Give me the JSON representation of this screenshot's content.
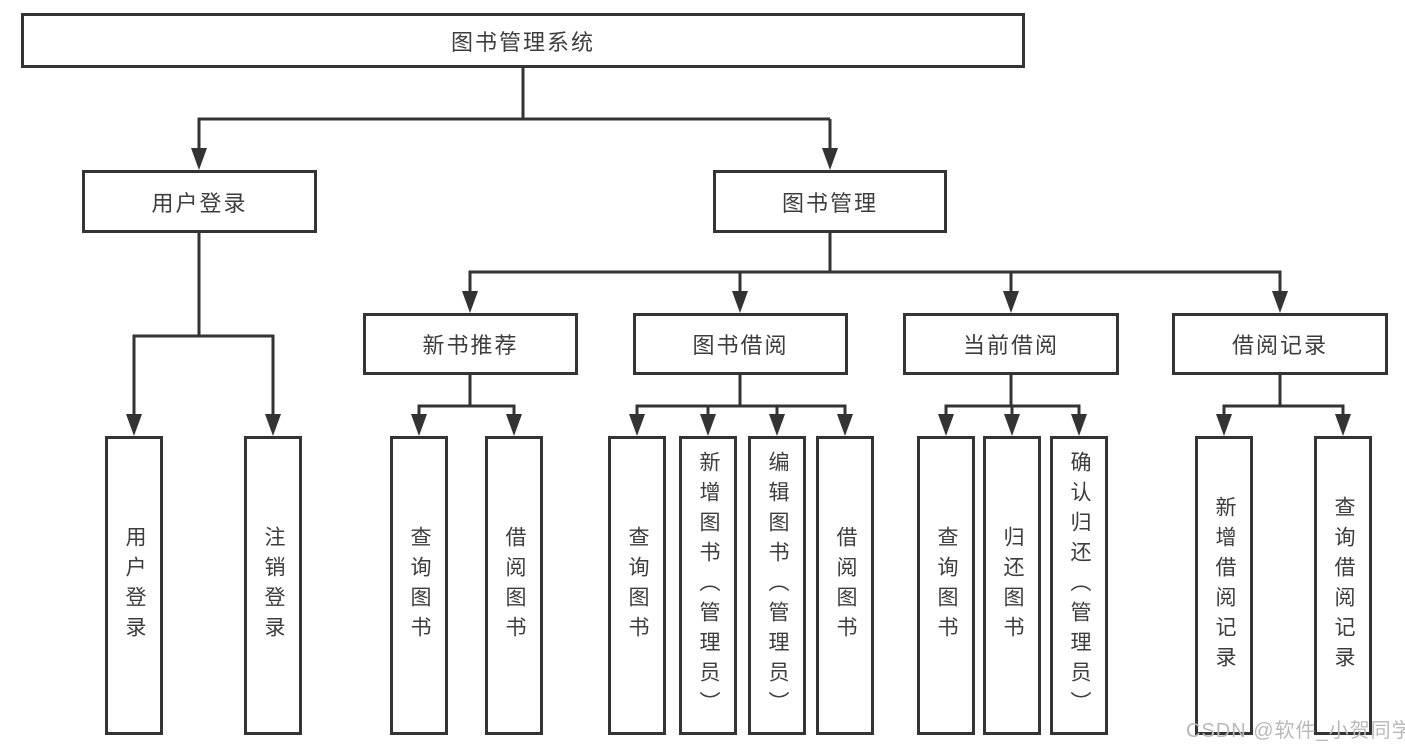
{
  "diagram_title": "图书管理系统",
  "nodes": {
    "root": "图书管理系统",
    "user_login": "用户登录",
    "book_mgmt": "图书管理",
    "new_book_rec": "新书推荐",
    "book_borrow": "图书借阅",
    "current_borrow": "当前借阅",
    "borrow_record": "借阅记录",
    "leaf_user_login": "用户登录",
    "leaf_logout": "注销登录",
    "leaf_rec_query": "查询图书",
    "leaf_rec_borrow": "借阅图书",
    "leaf_bb_query": "查询图书",
    "leaf_bb_add": "新增图书（管理员）",
    "leaf_bb_edit": "编辑图书（管理员）",
    "leaf_bb_borrow": "借阅图书",
    "leaf_cb_query": "查询图书",
    "leaf_cb_return": "归还图书",
    "leaf_cb_confirm": "确认归还（管理员）",
    "leaf_br_add": "新增借阅记录",
    "leaf_br_query": "查询借阅记录"
  },
  "tree": {
    "root": [
      "user_login",
      "book_mgmt"
    ],
    "user_login": [
      "leaf_user_login",
      "leaf_logout"
    ],
    "book_mgmt": [
      "new_book_rec",
      "book_borrow",
      "current_borrow",
      "borrow_record"
    ],
    "new_book_rec": [
      "leaf_rec_query",
      "leaf_rec_borrow"
    ],
    "book_borrow": [
      "leaf_bb_query",
      "leaf_bb_add",
      "leaf_bb_edit",
      "leaf_bb_borrow"
    ],
    "current_borrow": [
      "leaf_cb_query",
      "leaf_cb_return",
      "leaf_cb_confirm"
    ],
    "borrow_record": [
      "leaf_br_add",
      "leaf_br_query"
    ]
  },
  "watermark": "CSDN @软件_小贺同学",
  "colors": {
    "line": "#333333",
    "box_border": "#343434",
    "text": "#3d3d3d",
    "watermark": "#b9b9b9",
    "background": "#ffffff"
  }
}
